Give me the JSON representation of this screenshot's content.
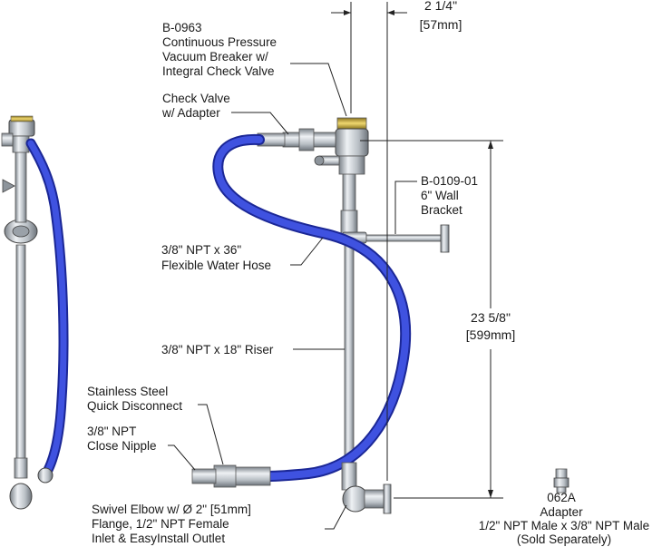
{
  "labels": {
    "vacuum_breaker": [
      "B-0963",
      "Continuous Pressure",
      "Vacuum Breaker w/",
      "Integral Check Valve"
    ],
    "check_valve": [
      "Check Valve",
      "w/ Adapter"
    ],
    "wall_bracket": [
      "B-0109-01",
      "6\" Wall",
      "Bracket"
    ],
    "water_hose": [
      "3/8\" NPT x 36\"",
      "Flexible Water Hose"
    ],
    "riser": [
      "3/8\" NPT x 18\" Riser"
    ],
    "quick_disconnect": [
      "Stainless Steel",
      "Quick Disconnect"
    ],
    "close_nipple": [
      "3/8\" NPT",
      "Close Nipple"
    ],
    "swivel_elbow": [
      "Swivel Elbow w/ Ø 2\" [51mm]",
      "Flange, 1/2\" NPT Female",
      "Inlet & EasyInstall Outlet"
    ],
    "adapter": [
      "062A",
      "Adapter",
      "1/2\" NPT Male x 3/8\" NPT Male",
      "(Sold Separately)"
    ]
  },
  "dimensions": {
    "width": {
      "imperial": "2 1/4\"",
      "metric": "57mm"
    },
    "height": {
      "imperial": "23 5/8\"",
      "metric": "599mm"
    }
  },
  "colors": {
    "hose": "#2f3fd0",
    "hose_dark": "#1b2796",
    "steel": "#c8cdd2",
    "steel_dark": "#6f767d",
    "brass": "#d6b94a",
    "line": "#222222"
  }
}
